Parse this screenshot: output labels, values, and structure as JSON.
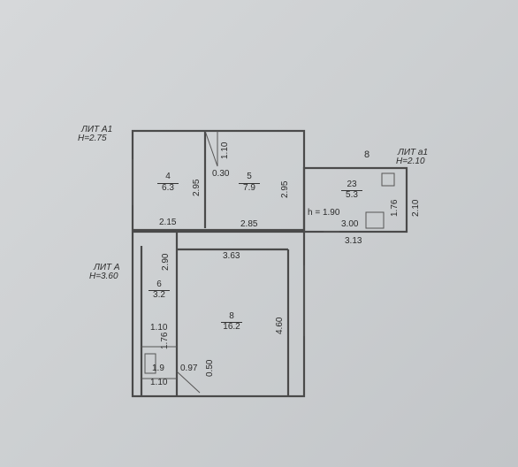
{
  "labels": {
    "lit_a1": "ЛИТ А1",
    "h_a1": "H=2.75",
    "lit_a": "ЛИТ А",
    "h_a": "H=3.60",
    "lit_a_small": "ЛИТ а1",
    "h_a_small": "H=2.10",
    "num_8_ext": "8"
  },
  "rooms": {
    "r4": {
      "num": "4",
      "area": "6.3"
    },
    "r5": {
      "num": "5",
      "area": "7.9"
    },
    "r23": {
      "num": "23",
      "area": "5.3"
    },
    "r6": {
      "num": "6",
      "area": "3.2"
    },
    "r8": {
      "num": "8",
      "area": "16.2"
    }
  },
  "dims": {
    "d110_top": "1.10",
    "d030": "0.30",
    "d295_a": "2.95",
    "d295_b": "2.95",
    "d215": "2.15",
    "d285": "2.85",
    "h190": "h = 1.90",
    "d300": "3.00",
    "d313": "3.13",
    "d176_a": "1.76",
    "d210": "2.10",
    "d363": "3.63",
    "d290": "2.90",
    "d460": "4.60",
    "d110_mid": "1.10",
    "d176_b": "1.76",
    "d19": "1.9",
    "d110_bot": "1.10",
    "d097": "0.97",
    "d050": "0.50"
  }
}
